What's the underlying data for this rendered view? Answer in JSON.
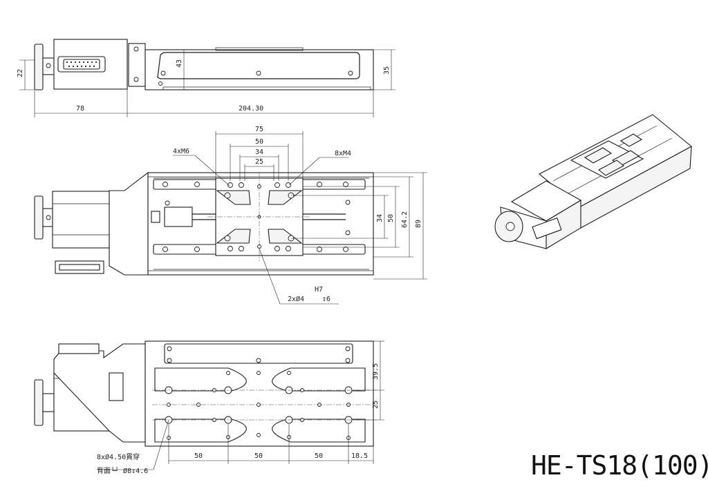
{
  "title": "HE-TS18(100)",
  "top_view": {
    "dims": {
      "height_left": "22",
      "height_mid": "43",
      "height_right": "35",
      "len_motor": "78",
      "len_body": "204.30"
    }
  },
  "front_view": {
    "dims": {
      "w75": "75",
      "w50": "50",
      "w34": "34",
      "w25": "25",
      "h34": "34",
      "h50": "50",
      "h64": "64.2",
      "h89": "89"
    },
    "callouts": {
      "thread_m6": "4xM6",
      "thread_m4": "8xM4",
      "fit": "H7",
      "pin_holes": "2xØ4",
      "pin_depth": "↧6"
    }
  },
  "bottom_view": {
    "dims": {
      "p1": "50",
      "p2": "50",
      "p3": "50",
      "p4": "18.5",
      "v1": "39.5",
      "v2": "25"
    },
    "notes": {
      "line1": "8xØ4.50貫穿",
      "line2": "背面└┘ Ø8↧4.6"
    }
  }
}
